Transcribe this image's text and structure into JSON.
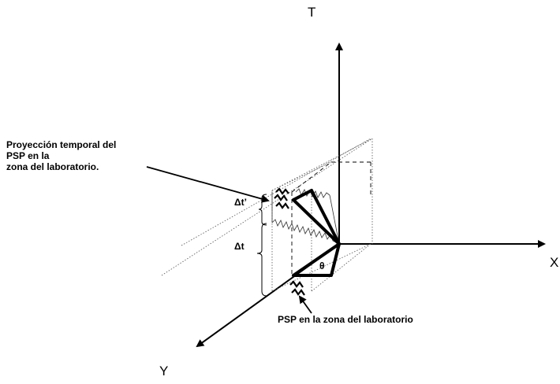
{
  "axes": {
    "t_label": "T",
    "x_label": "X",
    "y_label": "Y"
  },
  "annotations": {
    "projection_lines": [
      "Proyección temporal del",
      "PSP en la",
      "zona del laboratorio."
    ],
    "psp_label": "PSP en la zona del laboratorio"
  },
  "symbols": {
    "delta_t_prime": "Δt’",
    "delta_t": "Δt",
    "theta": "θ"
  }
}
